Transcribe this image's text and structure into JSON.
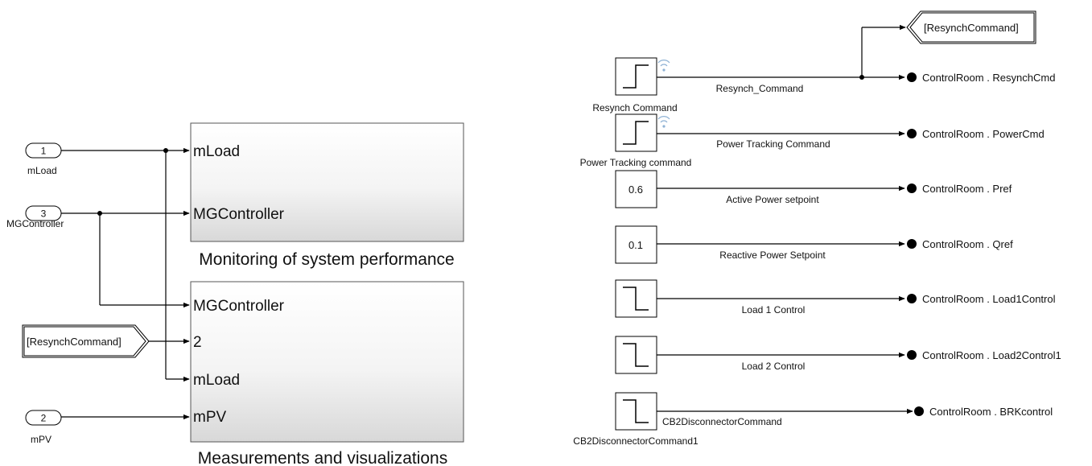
{
  "left": {
    "inports": [
      {
        "number": "1",
        "name": "mLoad"
      },
      {
        "number": "3",
        "name": "MGController"
      },
      {
        "number": "2",
        "name": "mPV"
      }
    ],
    "goto_from": {
      "tag": "[ResynchCommand]"
    },
    "subsystems": [
      {
        "title": "Monitoring of system performance",
        "ports": [
          "mLoad",
          "MGController"
        ]
      },
      {
        "title": "Measurements and visualizations",
        "ports": [
          "MGController",
          "2",
          "mLoad",
          "mPV"
        ]
      }
    ]
  },
  "right": {
    "goto": {
      "tag": "[ResynchCommand]"
    },
    "rows": [
      {
        "source_kind": "step-up",
        "source_name": "Resynch Command",
        "signal": "Resynch_Command",
        "destination": "ControlRoom . ResynchCmd"
      },
      {
        "source_kind": "step-up",
        "source_name": "Power Tracking command",
        "signal": "Power Tracking Command",
        "destination": "ControlRoom . PowerCmd"
      },
      {
        "source_kind": "constant",
        "value": "0.6",
        "signal": "Active Power setpoint",
        "destination": "ControlRoom . Pref"
      },
      {
        "source_kind": "constant",
        "value": "0.1",
        "signal": "Reactive Power Setpoint",
        "destination": "ControlRoom . Qref"
      },
      {
        "source_kind": "step-down",
        "signal": "Load 1 Control",
        "destination": "ControlRoom . Load1Control"
      },
      {
        "source_kind": "step-down",
        "signal": "Load 2 Control",
        "destination": "ControlRoom . Load2Control1"
      },
      {
        "source_kind": "step-down",
        "source_name": "CB2DisconnectorCommand1",
        "signal": "CB2DisconnectorCommand",
        "destination": "ControlRoom . BRKcontrol"
      }
    ]
  }
}
